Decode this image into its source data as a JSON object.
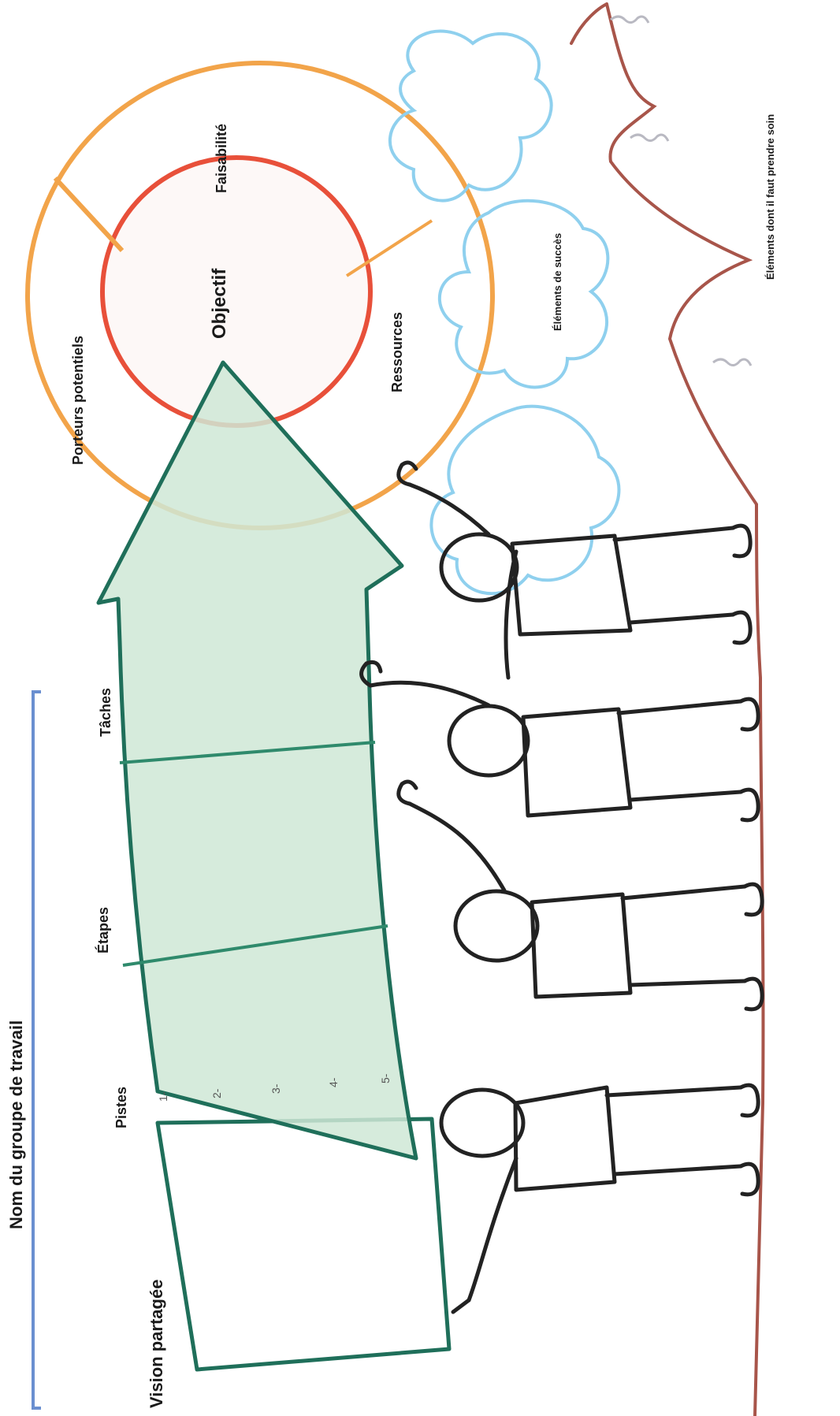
{
  "title": "Nom du groupe de travail",
  "vision": "Vision partagée",
  "arrow": {
    "pistes": "Pistes",
    "etapes": "Étapes",
    "taches": "Tâches",
    "numbers": [
      "1-",
      "2-",
      "3-",
      "4-",
      "5-"
    ]
  },
  "target": {
    "center": "Objectif",
    "segments": [
      "Porteurs potentiels",
      "Faisabilité",
      "Ressources"
    ]
  },
  "clouds_label": "Éléments de succès",
  "mountains_label": "Éléments dont il faut prendre soin",
  "colors": {
    "arrow": "#1f6f5a",
    "arrow_fill": "#cfe7d6",
    "orange": "#f2a44a",
    "red": "#e8503a",
    "cloud": "#8fd0ee",
    "mountain": "#a8554a",
    "people": "#222222",
    "frame": "#6a8fd0"
  }
}
